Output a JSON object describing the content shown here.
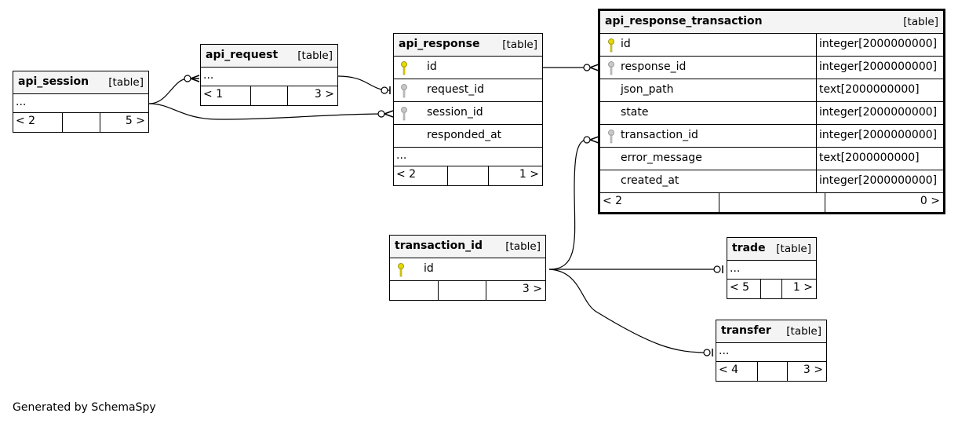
{
  "generated_by": "Generated by SchemaSpy",
  "tables": {
    "api_session": {
      "name": "api_session",
      "type": "[table]",
      "ellipsis": "...",
      "parents": "< 2",
      "children": "5 >"
    },
    "api_request": {
      "name": "api_request",
      "type": "[table]",
      "ellipsis": "...",
      "parents": "< 1",
      "children": "3 >"
    },
    "api_response": {
      "name": "api_response",
      "type": "[table]",
      "ellipsis": "...",
      "parents": "< 2",
      "children": "1 >",
      "columns": [
        {
          "name": "id",
          "key": "primary"
        },
        {
          "name": "request_id",
          "key": "foreign"
        },
        {
          "name": "session_id",
          "key": "foreign"
        },
        {
          "name": "responded_at",
          "key": "none"
        }
      ]
    },
    "api_response_transaction": {
      "name": "api_response_transaction",
      "type": "[table]",
      "parents": "< 2",
      "children": "0 >",
      "columns": [
        {
          "name": "id",
          "type": "integer[2000000000]",
          "key": "primary"
        },
        {
          "name": "response_id",
          "type": "integer[2000000000]",
          "key": "foreign"
        },
        {
          "name": "json_path",
          "type": "text[2000000000]",
          "key": "none"
        },
        {
          "name": "state",
          "type": "integer[2000000000]",
          "key": "none"
        },
        {
          "name": "transaction_id",
          "type": "integer[2000000000]",
          "key": "foreign"
        },
        {
          "name": "error_message",
          "type": "text[2000000000]",
          "key": "none"
        },
        {
          "name": "created_at",
          "type": "integer[2000000000]",
          "key": "none"
        }
      ]
    },
    "transaction_id": {
      "name": "transaction_id",
      "type": "[table]",
      "parents": "",
      "children": "3 >",
      "columns": [
        {
          "name": "id",
          "key": "primary"
        }
      ]
    },
    "trade": {
      "name": "trade",
      "type": "[table]",
      "ellipsis": "...",
      "parents": "< 5",
      "children": "1 >"
    },
    "transfer": {
      "name": "transfer",
      "type": "[table]",
      "ellipsis": "...",
      "parents": "< 4",
      "children": "3 >"
    }
  },
  "colors": {
    "primary_key": "#e6d800",
    "foreign_key": "#a8a8a8",
    "header_bg": "#f4f4f4"
  }
}
